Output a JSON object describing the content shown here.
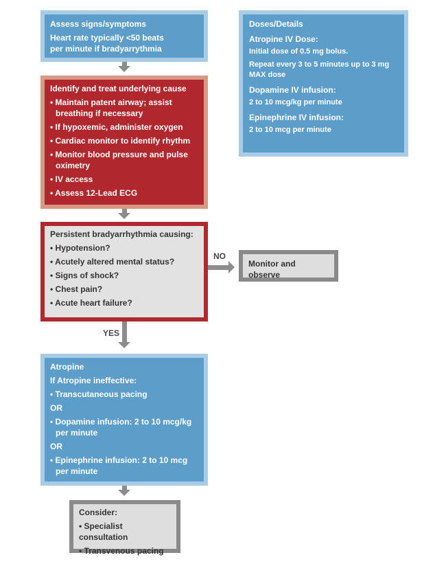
{
  "assess": {
    "title": "Assess signs/symptoms",
    "line1": "Heart rate typically <50 beats",
    "line2": "per minute if bradyarrythmia"
  },
  "doses": {
    "title": "Doses/Details",
    "atropine_title": "Atropine IV Dose:",
    "atropine_line1": "Initial dose of 0.5 mg bolus.",
    "atropine_line2": "Repeat every 3 to 5 minutes up to 3 mg",
    "atropine_line3": "MAX dose",
    "dopamine_title": "Dopamine IV infusion:",
    "dopamine_line": "2 to 10 mcg/kg per minute",
    "epinephrine_title": "Epinephrine IV infusion:",
    "epinephrine_line": "2 to 10 mcg per minute"
  },
  "identify": {
    "title": "Identify and treat underlying cause",
    "items": [
      "• Maintain patent airway; assist breathing if necessary",
      "• If hypoxemic, administer oxygen",
      "• Cardiac monitor to identify rhythm",
      "• Monitor blood pressure and pulse oximetry",
      "• IV access",
      "• Assess 12-Lead ECG"
    ]
  },
  "persistent": {
    "title": "Persistent bradyarrhythmia causing:",
    "items": [
      "• Hypotension?",
      "• Acutely altered mental status?",
      "• Signs of shock?",
      "• Chest pain?",
      "• Acute heart failure?"
    ]
  },
  "no_label": "NO",
  "yes_label": "YES",
  "monitor": {
    "title": "Monitor and observe"
  },
  "atropine": {
    "title": "Atropine",
    "subtitle": "If Atropine ineffective:",
    "item1": "• Transcutaneous pacing",
    "or1": "OR",
    "item2": "• Dopamine infusion: 2 to 10 mcg/kg per minute",
    "or2": "OR",
    "item3": "• Epinephrine infusion: 2 to 10 mcg per minute"
  },
  "consider": {
    "title": "Consider:",
    "items": [
      "• Specialist consultation",
      "• Transvenous pacing"
    ]
  }
}
